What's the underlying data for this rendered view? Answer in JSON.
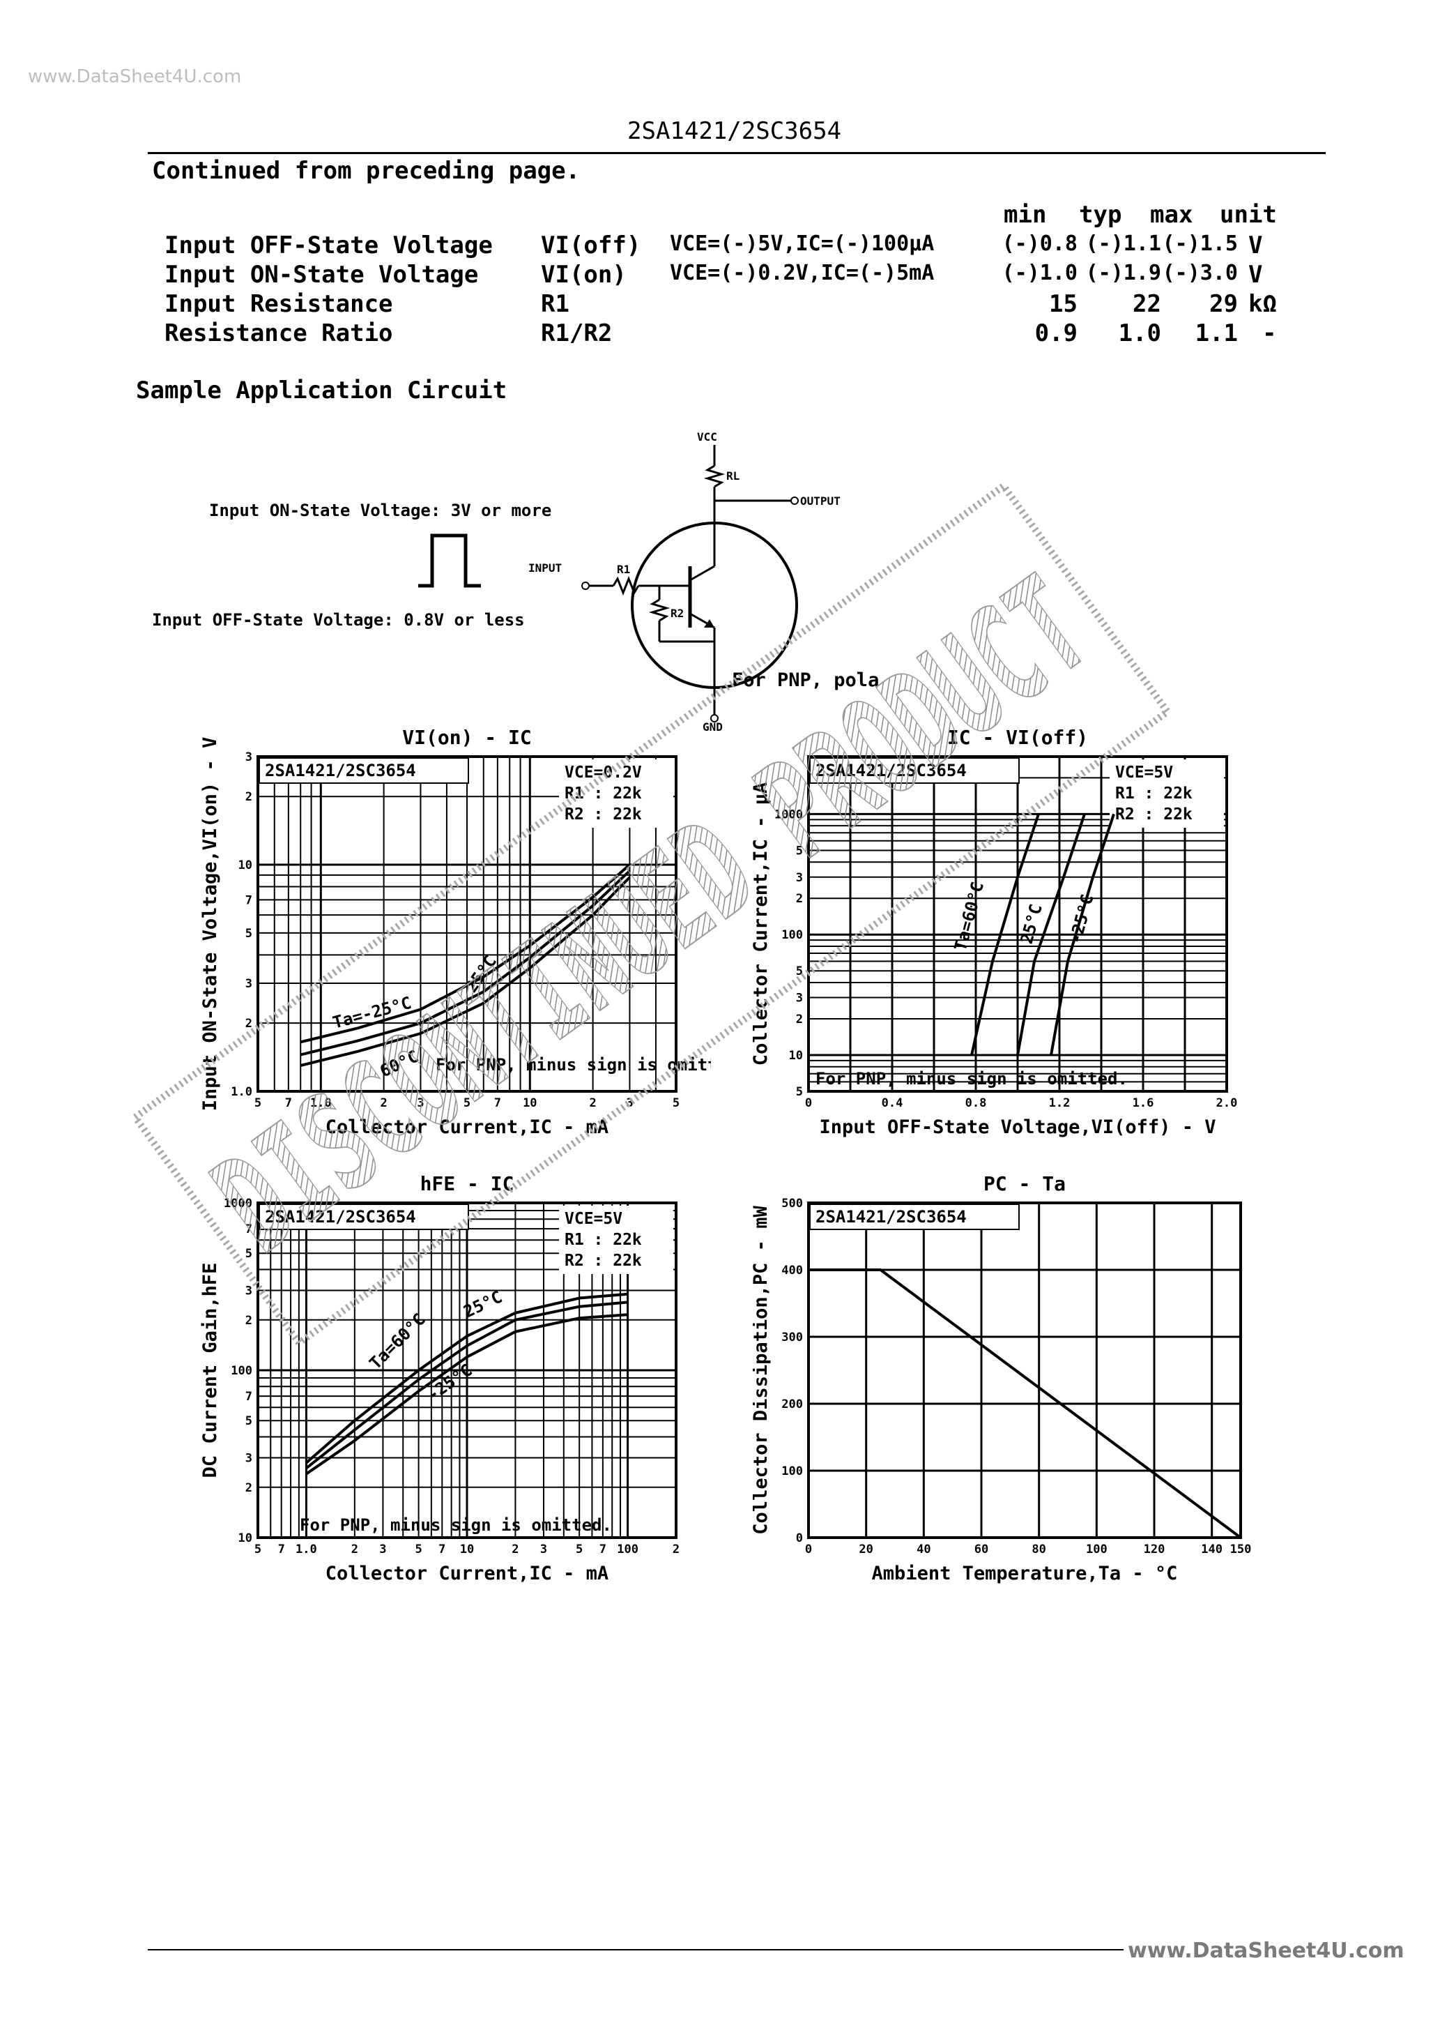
{
  "watermark_top": "www.DataSheet4U.com",
  "watermark_bottom": "www.DataSheet4U.com",
  "part_header": "2SA1421/2SC3654",
  "continued": "Continued from preceding page.",
  "spec_table": {
    "headers": [
      "min",
      "typ",
      "max",
      "unit"
    ],
    "rows": [
      {
        "param": "Input OFF-State Voltage",
        "symbol": "VI(off)",
        "cond": "VCE=(-)5V,IC=(-)100µA",
        "min": "(-)0.8",
        "typ": "(-)1.1",
        "max": "(-)1.5",
        "unit": "V"
      },
      {
        "param": "Input ON-State Voltage",
        "symbol": "VI(on)",
        "cond": "VCE=(-)0.2V,IC=(-)5mA",
        "min": "(-)1.0",
        "typ": "(-)1.9",
        "max": "(-)3.0",
        "unit": "V"
      },
      {
        "param": "Input Resistance",
        "symbol": "R1",
        "cond": "",
        "min": "15",
        "typ": "22",
        "max": "29",
        "unit": "kΩ"
      },
      {
        "param": "Resistance Ratio",
        "symbol": "R1/R2",
        "cond": "",
        "min": "0.9",
        "typ": "1.0",
        "max": "1.1",
        "unit": "-"
      }
    ]
  },
  "circuit": {
    "title": "Sample Application Circuit",
    "on_label": "Input ON-State Voltage: 3V or more",
    "off_label": "Input OFF-State Voltage: 0.8V or less",
    "vcc": "VCC",
    "rl": "RL",
    "output": "OUTPUT",
    "input": "INPUT",
    "r1": "R1",
    "r2": "R2",
    "gnd": "GND",
    "note": "For PNP, polarity is inverted."
  },
  "stamp_text": "DISCONTINUED PRODUCT",
  "chart_data": [
    {
      "type": "line",
      "title": "VI(on) - IC",
      "xlabel": "Collector Current,IC - mA",
      "ylabel": "Input ON-State Voltage,VI(on) - V",
      "x_scale": "log",
      "y_scale": "log",
      "xlim": [
        0.5,
        50
      ],
      "ylim": [
        1.0,
        30
      ],
      "box_label": "2SA1421/2SC3654",
      "conditions": [
        "VCE=0.2V",
        "R1 : 22k",
        "R2 : 22k"
      ],
      "note": "For PNP, minus sign is omitted.",
      "x_ticks": [
        "5",
        "7",
        "1.0",
        "2",
        "3",
        "5",
        "7",
        "10",
        "2",
        "3",
        "5"
      ],
      "y_ticks": [
        "3",
        "2",
        "10",
        "7",
        "5",
        "3",
        "2",
        "1.0"
      ],
      "series": [
        {
          "name": "Ta=-25°C",
          "x": [
            0.8,
            1.5,
            3,
            6,
            10,
            20,
            30
          ],
          "y": [
            1.65,
            1.9,
            2.3,
            3.2,
            4.4,
            7.2,
            10.0
          ]
        },
        {
          "name": "25°C",
          "x": [
            0.8,
            1.5,
            3,
            6,
            10,
            20,
            30
          ],
          "y": [
            1.45,
            1.67,
            2.0,
            2.75,
            3.9,
            6.6,
            9.4
          ]
        },
        {
          "name": "60°C",
          "x": [
            0.8,
            1.5,
            3,
            6,
            10,
            20,
            30
          ],
          "y": [
            1.3,
            1.5,
            1.8,
            2.45,
            3.5,
            6.0,
            8.8
          ]
        }
      ],
      "annotations": [
        "Ta=-25°C",
        "25°C",
        "60°C"
      ]
    },
    {
      "type": "line",
      "title": "IC - VI(off)",
      "xlabel": "Input OFF-State Voltage,VI(off) - V",
      "ylabel": "Collector Current,IC - µA",
      "x_scale": "linear",
      "y_scale": "log",
      "xlim": [
        0,
        2.0
      ],
      "ylim": [
        5,
        3000
      ],
      "box_label": "2SA1421/2SC3654",
      "conditions": [
        "VCE=5V",
        "R1 : 22k",
        "R2 : 22k"
      ],
      "note": "For PNP, minus sign is omitted.",
      "x_ticks": [
        "0",
        "0.4",
        "0.8",
        "1.2",
        "1.6",
        "2.0"
      ],
      "y_ticks": [
        "1000",
        "5",
        "3",
        "2",
        "100",
        "5",
        "3",
        "2",
        "10",
        "5"
      ],
      "series": [
        {
          "name": "Ta=60°C",
          "x": [
            0.78,
            0.88,
            1.0,
            1.1
          ],
          "y": [
            10,
            60,
            300,
            1000
          ]
        },
        {
          "name": "25°C",
          "x": [
            1.0,
            1.08,
            1.22,
            1.32
          ],
          "y": [
            10,
            60,
            300,
            1000
          ]
        },
        {
          "name": "-25°C",
          "x": [
            1.16,
            1.24,
            1.36,
            1.46
          ],
          "y": [
            10,
            60,
            300,
            1000
          ]
        }
      ],
      "annotations": [
        "Ta=60°C",
        "25°C",
        "-25°C"
      ]
    },
    {
      "type": "line",
      "title": "hFE - IC",
      "xlabel": "Collector Current,IC - mA",
      "ylabel": "DC Current Gain,hFE",
      "x_scale": "log",
      "y_scale": "log",
      "xlim": [
        0.5,
        200
      ],
      "ylim": [
        10,
        1000
      ],
      "box_label": "2SA1421/2SC3654",
      "conditions": [
        "VCE=5V",
        "R1 : 22k",
        "R2 : 22k"
      ],
      "note": "For PNP, minus sign is omitted.",
      "x_ticks": [
        "5",
        "7",
        "1.0",
        "2",
        "3",
        "5",
        "7",
        "10",
        "2",
        "3",
        "5",
        "7",
        "100",
        "2"
      ],
      "y_ticks": [
        "1000",
        "7",
        "5",
        "3",
        "2",
        "100",
        "7",
        "5",
        "3",
        "2",
        "10"
      ],
      "series": [
        {
          "name": "Ta=60°C",
          "x": [
            1.0,
            2,
            5,
            10,
            20,
            50,
            100
          ],
          "y": [
            28,
            50,
            100,
            160,
            220,
            270,
            285
          ]
        },
        {
          "name": "25°C",
          "x": [
            1.0,
            2,
            5,
            10,
            20,
            50,
            100
          ],
          "y": [
            26,
            44,
            88,
            140,
            200,
            240,
            255
          ]
        },
        {
          "name": "-25°C",
          "x": [
            1.0,
            2,
            5,
            10,
            20,
            50,
            100
          ],
          "y": [
            24,
            38,
            75,
            120,
            170,
            205,
            215
          ]
        }
      ],
      "annotations": [
        "Ta=60°C",
        "25°C",
        "-25°C"
      ]
    },
    {
      "type": "line",
      "title": "PC - Ta",
      "xlabel": "Ambient Temperature,Ta - °C",
      "ylabel": "Collector Dissipation,PC - mW",
      "x_scale": "linear",
      "y_scale": "linear",
      "xlim": [
        0,
        150
      ],
      "ylim": [
        0,
        500
      ],
      "box_label": "2SA1421/2SC3654",
      "x_ticks": [
        "0",
        "20",
        "40",
        "60",
        "80",
        "100",
        "120",
        "140",
        "150"
      ],
      "y_ticks": [
        "500",
        "400",
        "300",
        "200",
        "100",
        "0"
      ],
      "series": [
        {
          "name": "",
          "x": [
            0,
            25,
            150
          ],
          "y": [
            400,
            400,
            0
          ]
        }
      ]
    }
  ]
}
